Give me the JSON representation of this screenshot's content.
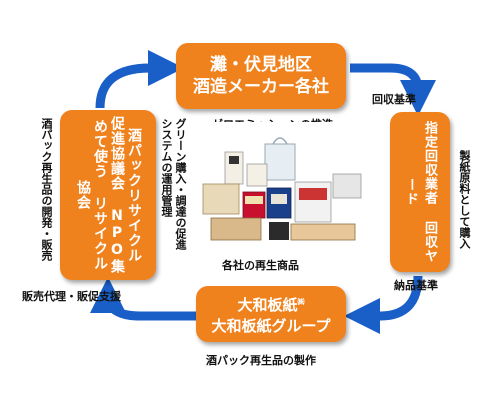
{
  "diagram": {
    "top_box": {
      "line1": "灘・伏見地区",
      "line2": "酒造メーカー各社"
    },
    "top_caption": "ゼロエミッションの推進",
    "right_box": {
      "col1": "指定回収業者",
      "col2": "回収ヤード"
    },
    "right_top_label": "回収基準",
    "right_side_label": "製紙原料として購入",
    "right_bottom_label": "納品基準",
    "bottom_box": {
      "line1": "大和板紙",
      "line1_mark": "㈱",
      "line2": "大和板紙グループ"
    },
    "bottom_caption": "酒パック再生品の製作",
    "left_box": {
      "col1": "酒パックリサイクル",
      "col2": "促進協議会",
      "col3": "NPO集めて使う",
      "col4": "リサイクル協会"
    },
    "left_outer_label": "酒パック再生品の開発・販売",
    "left_inner_label_col1": "グリーン購入・調達の促進",
    "left_inner_label_col2": "システムの運用管理",
    "left_bottom_label": "販売代理・販促支援",
    "center_caption": "各社の再生商品",
    "colors": {
      "box": "#f0821e",
      "arrow": "#1a5fc8"
    }
  }
}
